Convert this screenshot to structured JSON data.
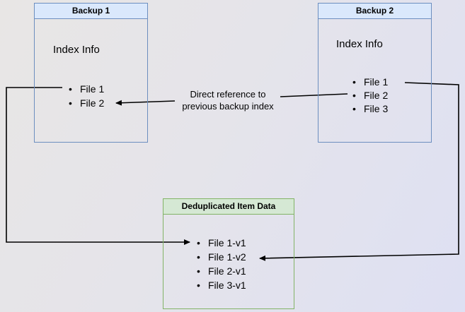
{
  "boxes": {
    "backup1": {
      "title": "Backup 1",
      "label": "Index Info",
      "files": [
        "File 1",
        "File 2"
      ]
    },
    "backup2": {
      "title": "Backup 2",
      "label": "Index Info",
      "files": [
        "File 1",
        "File 2",
        "File 3"
      ]
    },
    "dedup": {
      "title": "Deduplicated Item Data",
      "files": [
        "File 1-v1",
        "File 1-v2",
        "File 2-v1",
        "File 3-v1"
      ]
    }
  },
  "annotation": {
    "line1": "Direct reference to",
    "line2": "previous backup index"
  },
  "colors": {
    "backup_box_border": "#6c8ebf",
    "backup_header_fill": "#dae8fc",
    "dedup_box_border": "#82b366",
    "dedup_header_fill": "#d5e8d4",
    "arrow": "#000000",
    "background_start": "#e8e6e5",
    "background_end": "#dee0f3"
  }
}
